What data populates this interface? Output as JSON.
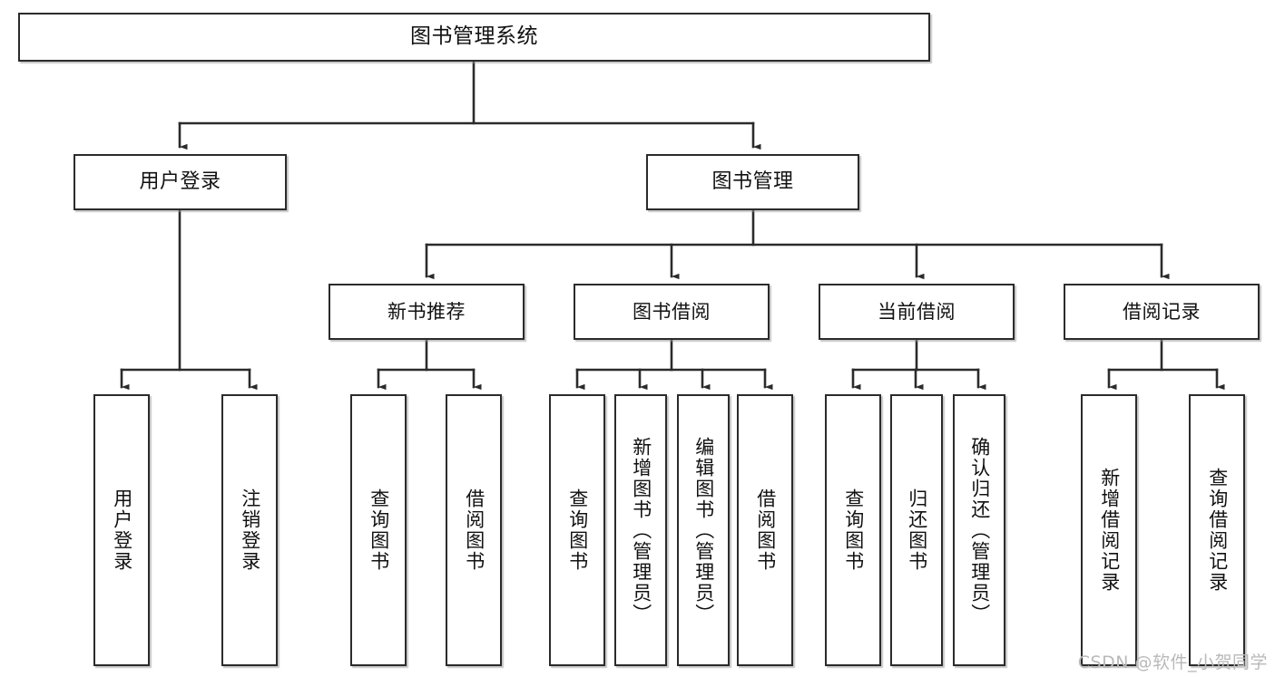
{
  "diagram": {
    "title": "图书管理系统",
    "type": "tree",
    "watermark": "CSDN @软件_小贺同学",
    "colors": {
      "box_border": "#2b2b2b",
      "box_fill": "#ffffff",
      "connector": "#2b2b2b",
      "background": "#ffffff",
      "watermark": "#b9b9b9"
    },
    "nodes": {
      "root": {
        "label": "图书管理系统"
      },
      "level1": [
        {
          "id": "user-login",
          "label": "用户登录"
        },
        {
          "id": "book-management",
          "label": "图书管理"
        }
      ],
      "level2": [
        {
          "id": "new-book-recommend",
          "label": "新书推荐"
        },
        {
          "id": "book-borrow",
          "label": "图书借阅"
        },
        {
          "id": "current-borrow",
          "label": "当前借阅"
        },
        {
          "id": "borrow-record",
          "label": "借阅记录"
        }
      ],
      "leaves": {
        "user_login": [
          {
            "id": "leaf-user-login",
            "label": "用户登录"
          },
          {
            "id": "leaf-logout-login",
            "label": "注销登录"
          }
        ],
        "new_book_recommend": [
          {
            "id": "leaf-query-book-1",
            "label": "查询图书"
          },
          {
            "id": "leaf-borrow-book-1",
            "label": "借阅图书"
          }
        ],
        "book_borrow": [
          {
            "id": "leaf-query-book-2",
            "label": "查询图书"
          },
          {
            "id": "leaf-add-book",
            "label": "新增图书（管理员）"
          },
          {
            "id": "leaf-edit-book",
            "label": "编辑图书（管理员）"
          },
          {
            "id": "leaf-borrow-book-2",
            "label": "借阅图书"
          }
        ],
        "current_borrow": [
          {
            "id": "leaf-query-book-3",
            "label": "查询图书"
          },
          {
            "id": "leaf-return-book",
            "label": "归还图书"
          },
          {
            "id": "leaf-confirm-return",
            "label": "确认归还（管理员）"
          }
        ],
        "borrow_record": [
          {
            "id": "leaf-add-record",
            "label": "新增借阅记录"
          },
          {
            "id": "leaf-query-record",
            "label": "查询借阅记录"
          }
        ]
      }
    }
  }
}
